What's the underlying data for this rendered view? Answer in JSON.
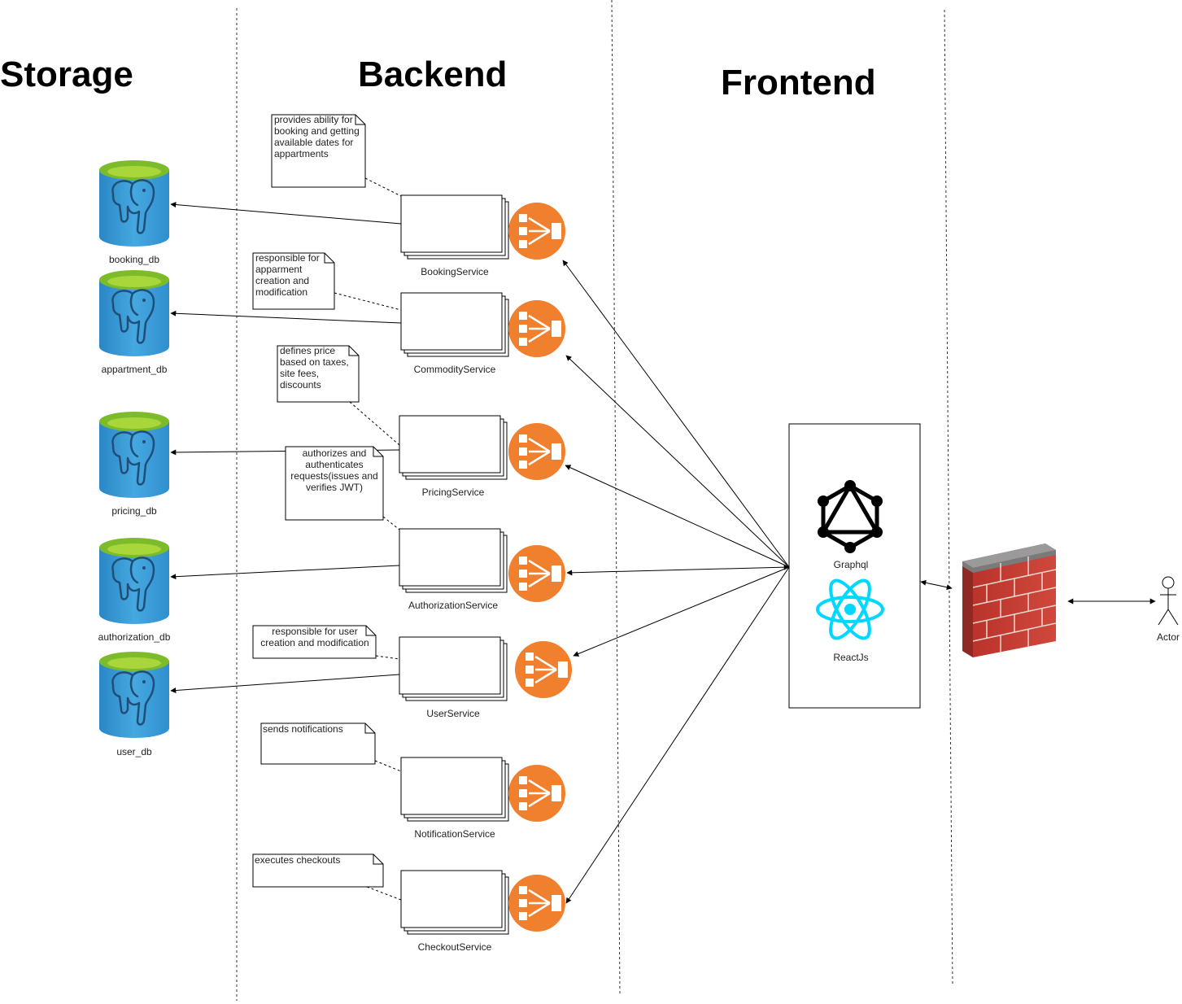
{
  "lanes": {
    "storage": "Storage",
    "backend": "Backend",
    "frontend": "Frontend"
  },
  "databases": [
    {
      "id": "booking_db",
      "label": "booking_db"
    },
    {
      "id": "appartment_db",
      "label": "appartment_db"
    },
    {
      "id": "pricing_db",
      "label": "pricing_db"
    },
    {
      "id": "authorization_db",
      "label": "authorization_db"
    },
    {
      "id": "user_db",
      "label": "user_db"
    }
  ],
  "services": [
    {
      "id": "booking",
      "label": "BookingService"
    },
    {
      "id": "commodity",
      "label": "CommodityService"
    },
    {
      "id": "pricing",
      "label": "PricingService"
    },
    {
      "id": "authorization",
      "label": "AuthorizationService"
    },
    {
      "id": "user",
      "label": "UserService"
    },
    {
      "id": "notification",
      "label": "NotificationService"
    },
    {
      "id": "checkout",
      "label": "CheckoutService"
    }
  ],
  "notes": [
    {
      "id": "booking",
      "lines": [
        "provides ability for",
        "booking and getting",
        "available dates for",
        "appartments"
      ]
    },
    {
      "id": "commodity",
      "lines": [
        "responsible for",
        "apparment",
        "creation and",
        "modification"
      ]
    },
    {
      "id": "pricing",
      "lines": [
        "defines price",
        "based on taxes,",
        "site fees,",
        "discounts"
      ]
    },
    {
      "id": "authorization",
      "lines": [
        "authorizes and",
        "authenticates",
        "requests(issues and",
        "verifies JWT)"
      ]
    },
    {
      "id": "user",
      "lines": [
        "responsible for user",
        "creation and modification"
      ]
    },
    {
      "id": "notification",
      "lines": [
        "sends notifications"
      ]
    },
    {
      "id": "checkout",
      "lines": [
        "executes checkouts"
      ]
    }
  ],
  "frontend": {
    "graphql_label": "Graphql",
    "react_label": "ReactJs"
  },
  "firewall_icon": "brick-firewall-icon",
  "actor_label": "Actor",
  "colors": {
    "db_body": "#3aa0d8",
    "db_top": "#8cc63f",
    "load_balancer": "#f0802d",
    "firewall": "#c0392b",
    "react": "#00d8ff"
  }
}
